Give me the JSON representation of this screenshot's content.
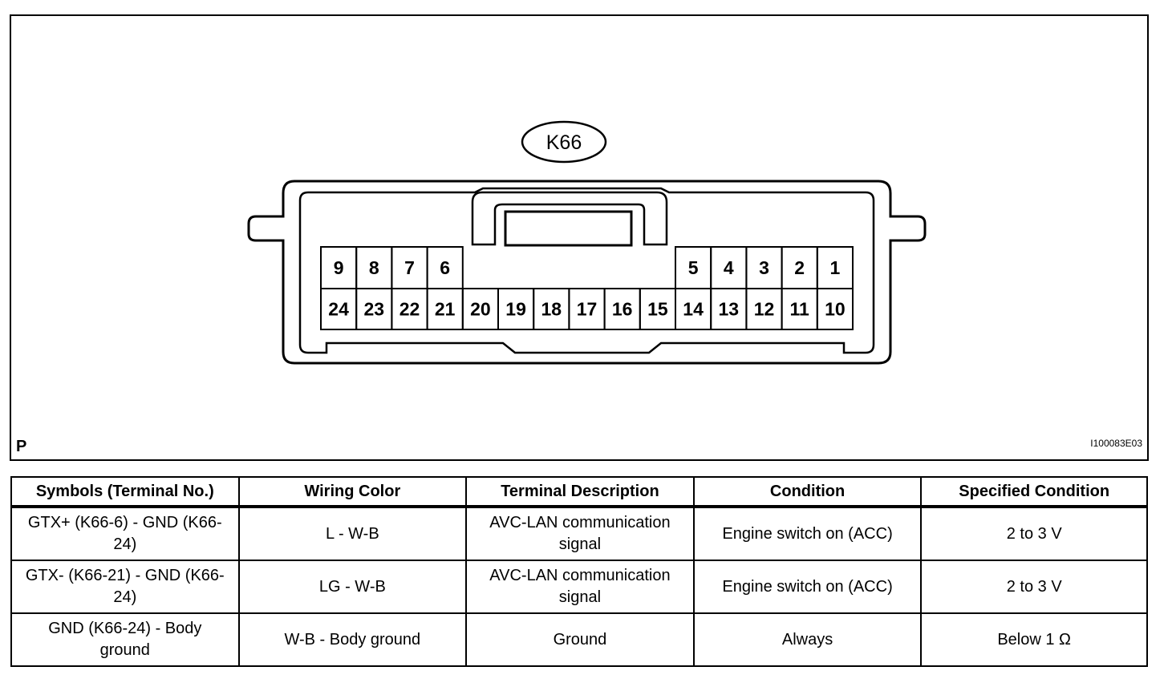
{
  "connector": {
    "name": "K66",
    "top_row_left": [
      "9",
      "8",
      "7",
      "6"
    ],
    "top_row_right": [
      "5",
      "4",
      "3",
      "2",
      "1"
    ],
    "bottom_row": [
      "24",
      "23",
      "22",
      "21",
      "20",
      "19",
      "18",
      "17",
      "16",
      "15",
      "14",
      "13",
      "12",
      "11",
      "10"
    ]
  },
  "view_letter": "P",
  "figure_code": "I100083E03",
  "table": {
    "headers": [
      "Symbols (Terminal No.)",
      "Wiring Color",
      "Terminal Description",
      "Condition",
      "Specified Condition"
    ],
    "rows": [
      [
        "GTX+ (K66-6) - GND (K66-24)",
        "L - W-B",
        "AVC-LAN communication signal",
        "Engine switch on (ACC)",
        "2 to 3 V"
      ],
      [
        "GTX- (K66-21) - GND (K66-24)",
        "LG - W-B",
        "AVC-LAN communication signal",
        "Engine switch on (ACC)",
        "2 to 3 V"
      ],
      [
        "GND (K66-24) - Body ground",
        "W-B - Body ground",
        "Ground",
        "Always",
        "Below 1 Ω"
      ]
    ]
  }
}
